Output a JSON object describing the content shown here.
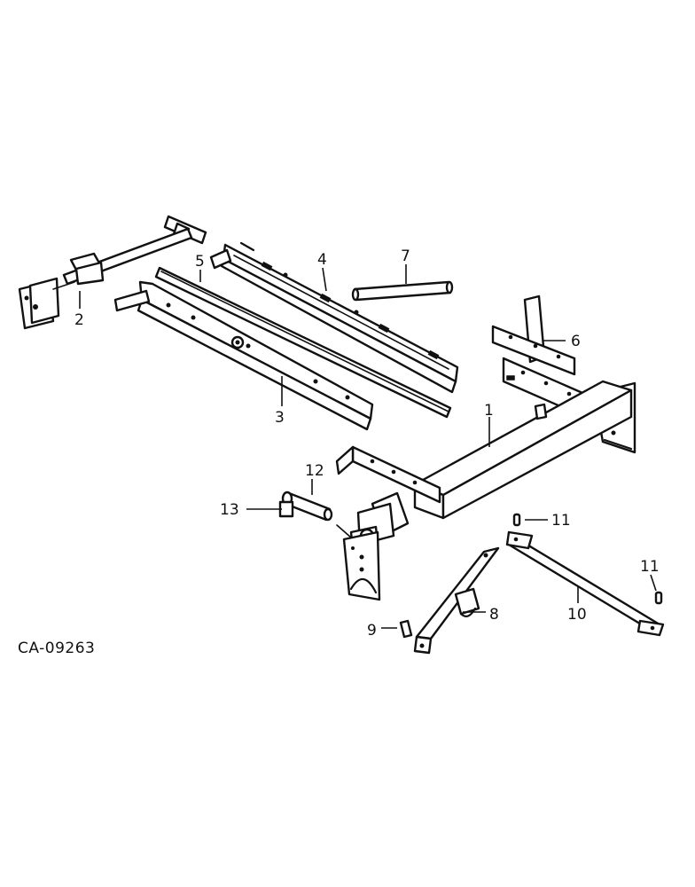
{
  "drawing_code": "CA-09263",
  "callouts": {
    "c1": "1",
    "c2": "2",
    "c3": "3",
    "c4": "4",
    "c5": "5",
    "c6": "6",
    "c7": "7",
    "c8": "8",
    "c9": "9",
    "c10": "10",
    "c11a": "11",
    "c11b": "11",
    "c12": "12",
    "c13": "13"
  }
}
